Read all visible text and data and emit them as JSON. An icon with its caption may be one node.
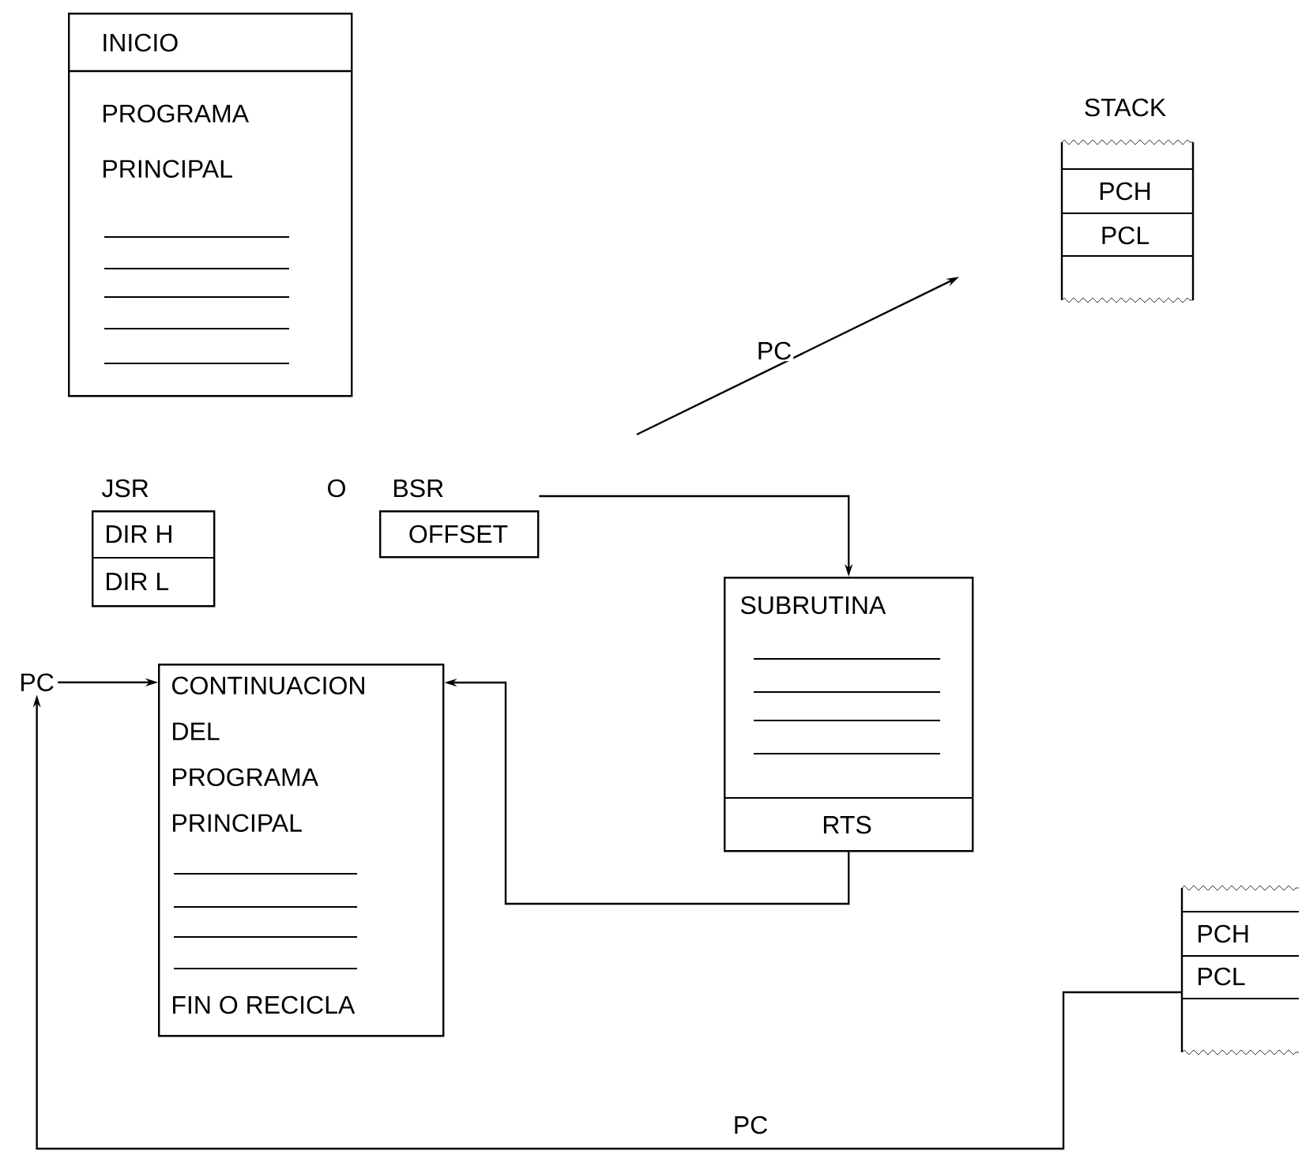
{
  "diagram": {
    "nodes": [
      {
        "text": [
          "INICIO",
          "PROGRAMA PRINCIPAL"
        ]
      },
      {
        "text": [
          "JSR",
          "DIR H",
          "DIR L"
        ]
      },
      {
        "text": [
          "BSR",
          "OFFSET"
        ]
      },
      {
        "text": [
          "STACK",
          "PCH",
          "PCL"
        ]
      },
      {
        "text": [
          "SUBRUTINA",
          "RTS"
        ]
      },
      {
        "text": [
          "CONTINUACION DEL PROGRAMA PRINCIPAL",
          "FIN O RECICLA"
        ]
      },
      {
        "text": [
          "PC"
        ]
      },
      {
        "text": [
          "PCH",
          "PCL"
        ]
      }
    ],
    "edges": [
      {
        "from": null,
        "to": 3,
        "arrow": "to",
        "label": "PC"
      },
      {
        "from": 2,
        "to": 4,
        "arrow": "to"
      },
      {
        "from": 4,
        "to": 5,
        "arrow": "to"
      },
      {
        "from": 6,
        "to": 5,
        "arrow": "to"
      },
      {
        "from": 7,
        "to": 6,
        "arrow": "to",
        "label": "PC"
      }
    ],
    "labels": [
      "O"
    ]
  }
}
